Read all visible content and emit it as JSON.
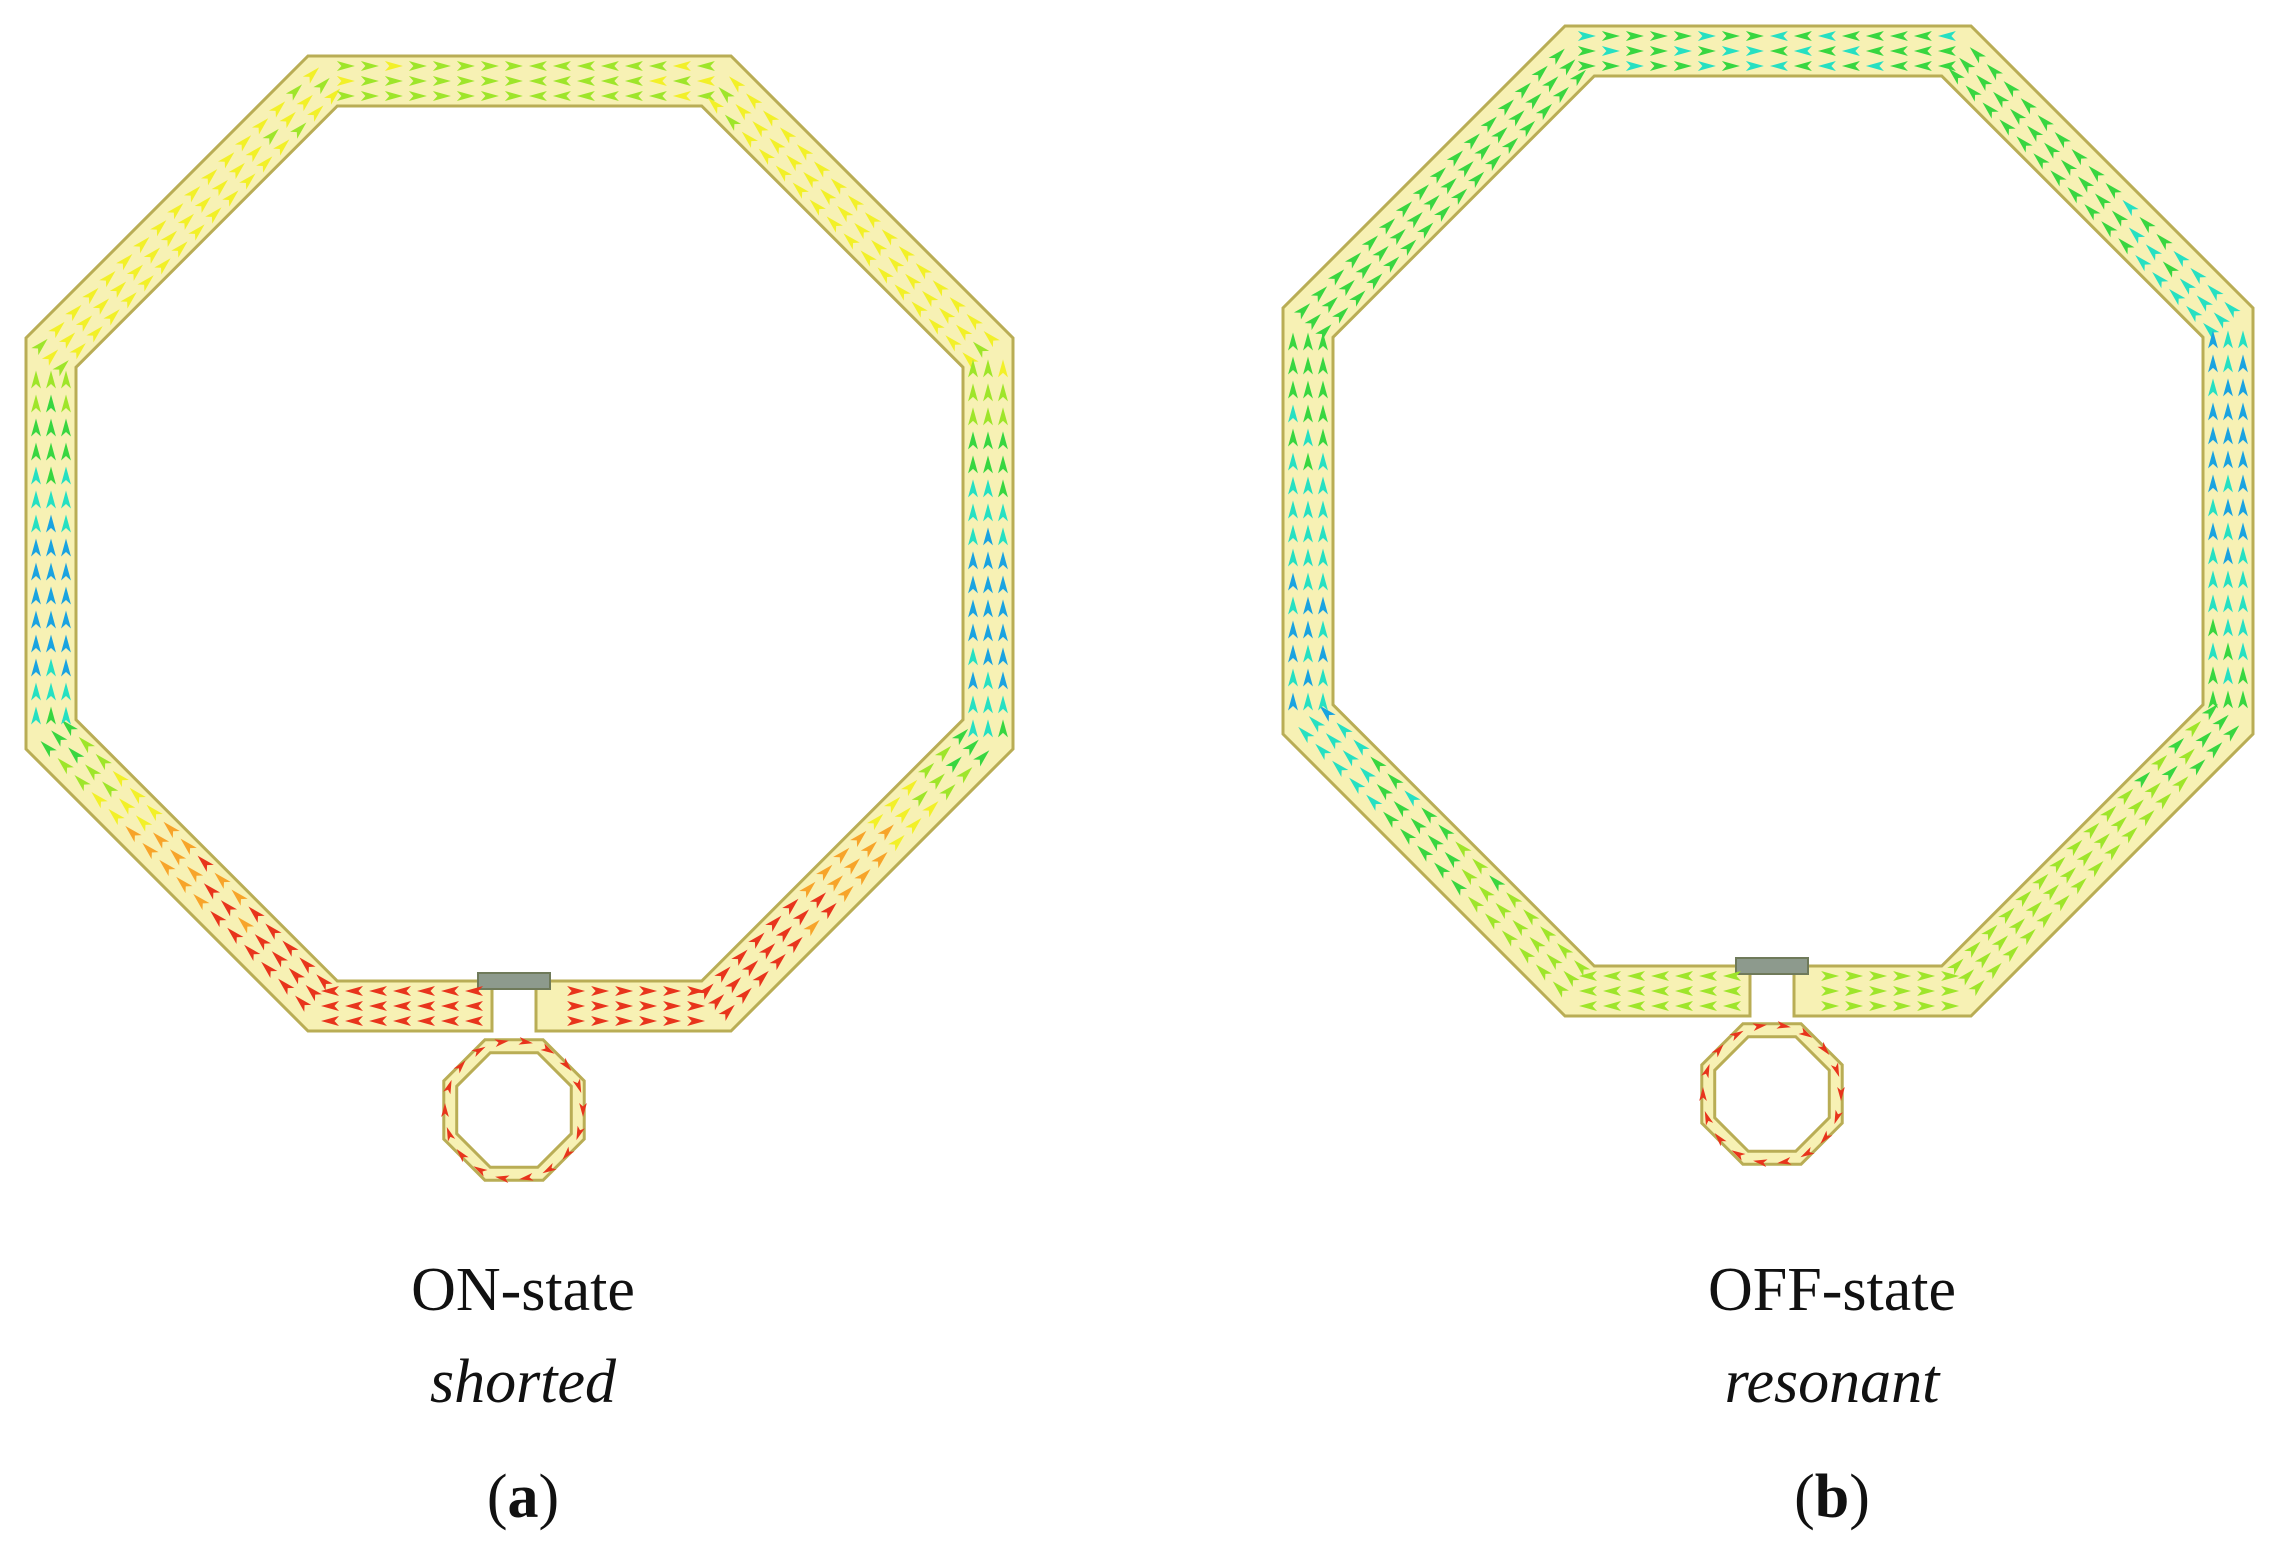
{
  "colors": {
    "trace_fill": "#f7f1b4",
    "trace_stroke": "#b9ad55",
    "switch_fill": "#8d9a8d",
    "scale": [
      "#1b2bd6",
      "#1aa3e0",
      "#26e0c2",
      "#38d640",
      "#9ee52a",
      "#f2f028",
      "#f7a42a",
      "#e8341c"
    ]
  },
  "panels": [
    {
      "id": "a",
      "state": "ON-state",
      "mode": "shorted",
      "label_open": "(",
      "label_letter": "a",
      "label_close": ")"
    },
    {
      "id": "b",
      "state": "OFF-state",
      "mode": "resonant",
      "label_open": "(",
      "label_letter": "b",
      "label_close": ")"
    }
  ]
}
